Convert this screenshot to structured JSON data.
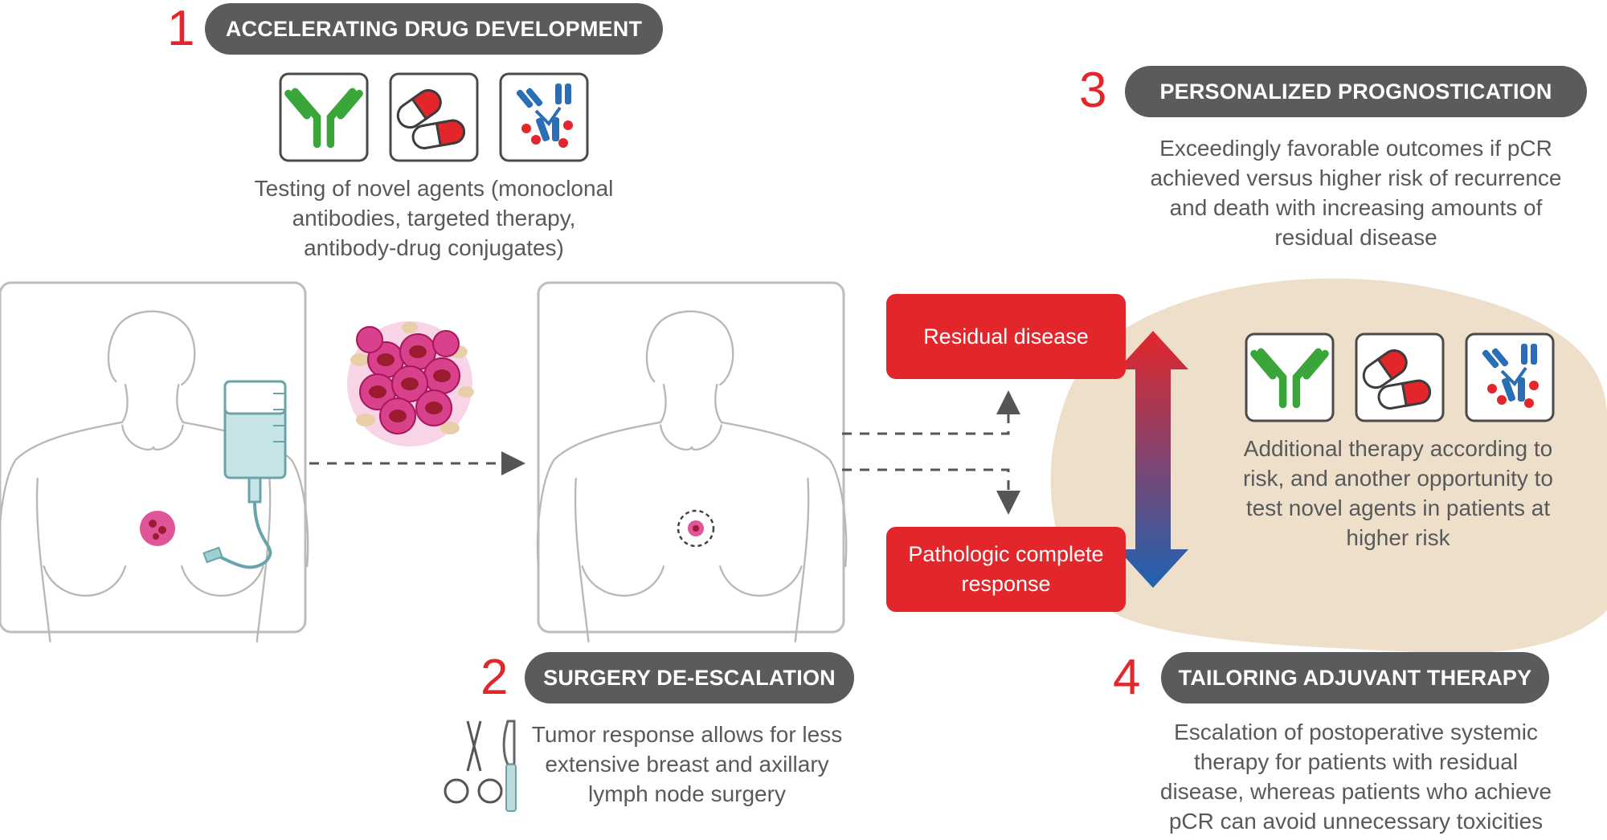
{
  "colors": {
    "accent_red": "#e3262b",
    "pill_gray": "#5a5b5d",
    "text_gray": "#58595b",
    "blob_beige": "#eedfca",
    "antibody_green": "#3aa63a",
    "conjugate_blue": "#2a6fb5",
    "arrow_top": "#e3262b",
    "arrow_bottom": "#1f63b3"
  },
  "section1": {
    "number": "1",
    "title": "ACCELERATING DRUG DEVELOPMENT",
    "description": "Testing of novel agents (monoclonal antibodies, targeted therapy, antibody-drug conjugates)",
    "icons": [
      "antibody-icon",
      "capsule-pills-icon",
      "antibody-drug-conjugate-icon"
    ]
  },
  "section2": {
    "number": "2",
    "title": "SURGERY DE-ESCALATION",
    "description": "Tumor response allows for less extensive breast and axillary lymph node surgery",
    "icons": [
      "scissors-icon",
      "scalpel-icon"
    ]
  },
  "section3": {
    "number": "3",
    "title": "PERSONALIZED PROGNOSTICATION",
    "description": "Exceedingly favorable outcomes if pCR achieved versus higher risk of recurrence and death with increasing amounts of residual disease"
  },
  "section4": {
    "number": "4",
    "title": "TAILORING ADJUVANT THERAPY",
    "description": "Escalation of postoperative systemic therapy for patients with residual disease, whereas patients who achieve pCR can avoid unnecessary toxicities"
  },
  "outcomes": {
    "residual": "Residual disease",
    "pcr": "Pathologic complete response"
  },
  "adjuvant_text": "Additional therapy according to risk, and another opportunity to test novel agents in patients at higher risk"
}
